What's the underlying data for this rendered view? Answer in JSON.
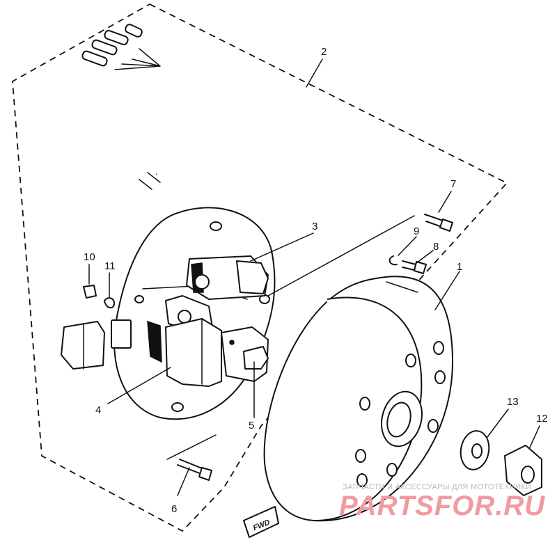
{
  "diagram": {
    "labels": {
      "p1": "1",
      "p2": "2",
      "p3": "3",
      "p4": "4",
      "p5": "5",
      "p6": "6",
      "p7": "7",
      "p8": "8",
      "p9": "9",
      "p10": "10",
      "p11": "11",
      "p12": "12",
      "p13": "13"
    },
    "fwd_mark": "FWD"
  },
  "watermark": {
    "tagline": "ЗАПЧАСТИ И АКСЕССУАРЫ ДЛЯ МОТОТЕХНИКИ",
    "brand": "PARTSFOR.RU"
  }
}
